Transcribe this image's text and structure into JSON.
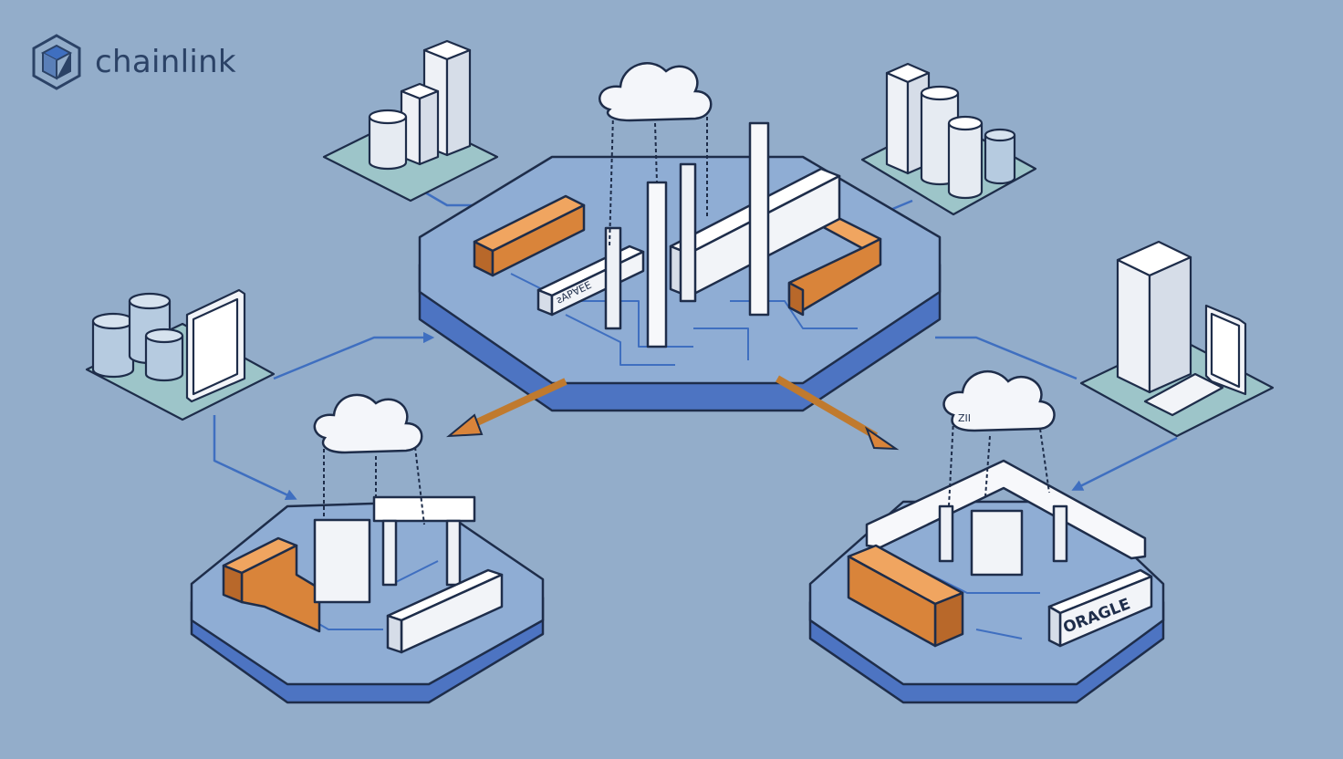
{
  "brand": {
    "name": "chainlink",
    "logo_icon": "hexagon-cube-icon",
    "text_color": "#2b4266"
  },
  "labels": {
    "main_beam": "ƨAP∀EE",
    "right_sign": "ORAGLE",
    "cloud_tag": "ZII"
  },
  "colors": {
    "background": "#93adca",
    "platform_top": "#8fadd4",
    "platform_rim": "#4d74c2",
    "outline": "#1e2d4a",
    "orange_block": "#d9843a",
    "arrow": "#c07a2e",
    "connector": "#3f6fc0",
    "cloud": "#f4f6fa",
    "base_plate": "#9dc5c9"
  }
}
